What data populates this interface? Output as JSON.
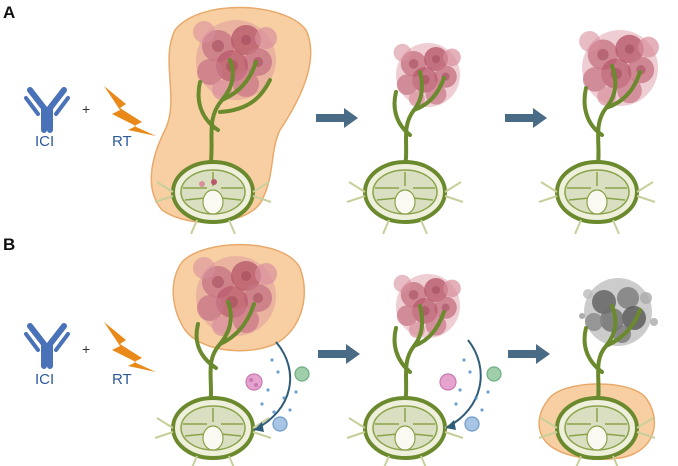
{
  "panels": [
    {
      "label": "A",
      "drugs": {
        "ici_label": "ICI",
        "plus": "+",
        "rt_label": "RT"
      }
    },
    {
      "label": "B",
      "drugs": {
        "ici_label": "ICI",
        "plus": "+",
        "rt_label": "RT"
      }
    }
  ],
  "colors": {
    "antibody": "#4a72b8",
    "lightning": "#e8891a",
    "tumor_halo": "#f8cfa3",
    "tumor_halo_stroke": "#e8a96b",
    "tumor_cells": "#b85a6c",
    "vessel": "#6b8a2e",
    "lymph_node": "#d9dfc0",
    "arrow": "#4a6b85",
    "dead_tumor": "#6f6f6f",
    "immune_pink": "#d97fb8",
    "immune_green": "#7fb58f",
    "immune_blue": "#7fa3d1"
  },
  "icons": [
    "antibody-icon",
    "lightning-icon",
    "tumor-icon",
    "blood-vessel-icon",
    "lymph-node-icon",
    "arrow-right-icon",
    "immune-cell-icon"
  ]
}
